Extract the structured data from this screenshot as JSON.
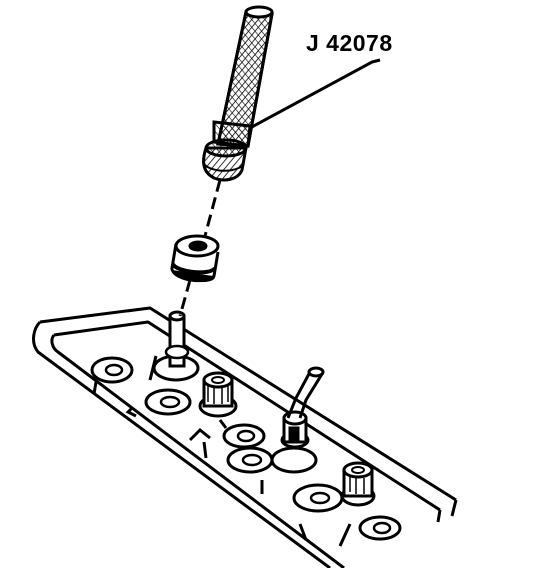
{
  "callout": {
    "label": "J 42078"
  },
  "colors": {
    "ink": "#000000",
    "paper": "#ffffff"
  },
  "parts": {
    "tool": "installer-tool",
    "seal": "valve-stem-oil-seal",
    "head": "cylinder-head"
  }
}
